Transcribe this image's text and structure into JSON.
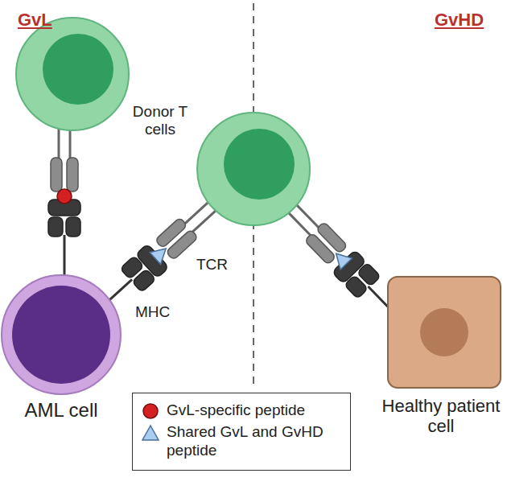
{
  "diagram": {
    "nodes": [
      {
        "text": [
          "AML cell"
        ]
      },
      {
        "text": [
          "Healthy patient cell"
        ]
      }
    ],
    "labels": [
      "GvL",
      "GvHD",
      "Donor T cells",
      "TCR",
      "MHC"
    ],
    "legend": [
      {
        "text": "GvL-specific peptide"
      },
      {
        "text": "Shared GvL and GvHD peptide"
      }
    ]
  }
}
